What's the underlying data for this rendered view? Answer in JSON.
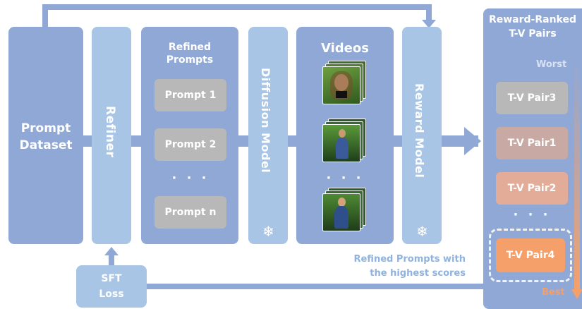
{
  "prompt_dataset": {
    "line1": "Prompt",
    "line2": "Dataset"
  },
  "refiner": "Refiner",
  "refined_prompts": {
    "title_line1": "Refined",
    "title_line2": "Prompts",
    "items": [
      "Prompt 1",
      "Prompt 2",
      "Prompt n"
    ],
    "dots": "· · ·"
  },
  "diffusion_model": "Diffusion Model",
  "videos": {
    "title": "Videos",
    "dots": "· · ·"
  },
  "reward_model": "Reward Model",
  "ranked": {
    "title_line1": "Reward-Ranked",
    "title_line2": "T-V Pairs",
    "worst": "Worst",
    "best": "Best",
    "items": [
      "T-V Pair3",
      "T-V Pair1",
      "T-V Pair2",
      "T-V Pair4"
    ],
    "dots": "· · ·"
  },
  "feedback_note": {
    "line1": "Refined Prompts with",
    "line2": "the highest scores"
  },
  "sft_loss": {
    "line1": "SFT",
    "line2": "Loss"
  },
  "colors": {
    "block_dark": "#8fa8d6",
    "block_light": "#a8c5e6",
    "pill_gray": "#b8b8b8",
    "accent_orange": "#f5a06a"
  },
  "icons": {
    "frozen": "snowflake-icon"
  }
}
